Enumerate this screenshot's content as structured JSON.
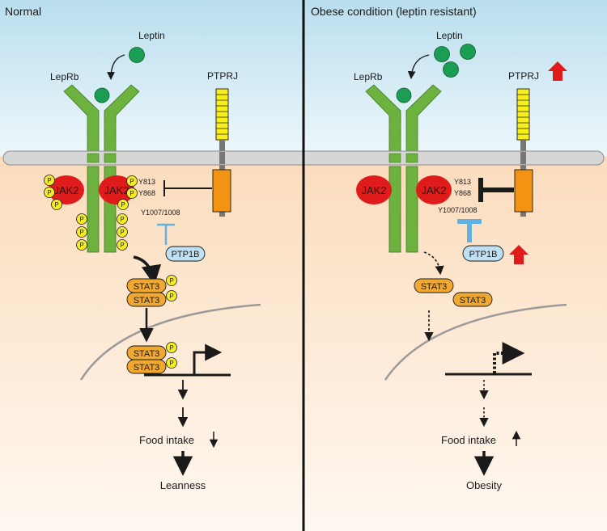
{
  "panels": {
    "left": {
      "title": "Normal",
      "leptin_label": "Leptin",
      "receptor_label": "LepRb",
      "phosphatase_label": "PTPRJ",
      "jak_left": "JAK2",
      "jak_right": "JAK2",
      "site_y813": "Y813",
      "site_y868": "Y868",
      "site_y1007": "Y1007/1008",
      "ptp1b_label": "PTP1B",
      "stat_top": "STAT3",
      "stat_bottom": "STAT3",
      "nuc_stat_top": "STAT3",
      "nuc_stat_bottom": "STAT3",
      "food_label": "Food intake",
      "outcome_label": "Leanness"
    },
    "right": {
      "title": "Obese condition (leptin resistant)",
      "leptin_label": "Leptin",
      "receptor_label": "LepRb",
      "phosphatase_label": "PTPRJ",
      "jak_left": "JAK2",
      "jak_right": "JAK2",
      "site_y813": "Y813",
      "site_y868": "Y868",
      "site_y1007": "Y1007/1008",
      "ptp1b_label": "PTP1B",
      "stat_a": "STAT3",
      "stat_b": "STAT3",
      "food_label": "Food intake",
      "outcome_label": "Obesity"
    }
  },
  "phospho_label": "P",
  "colors": {
    "bg_top": "#c9e6f1",
    "bg_bottom": "#fbe2c8",
    "receptor": "#6db13f",
    "leptin": "#1b9e53",
    "jak": "#e01b1b",
    "phospho": "#f5ec28",
    "stat": "#f0a830",
    "ptprj": "#f7ee1b",
    "ptprj_domain": "#f39313",
    "ptp1b": "#bfe0f2",
    "inhibit_blue": "#62b1e0",
    "up_arrow": "#e01b1b"
  }
}
